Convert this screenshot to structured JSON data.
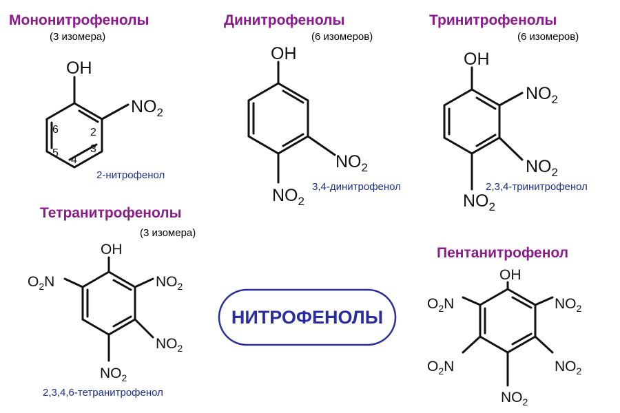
{
  "colors": {
    "title": "#8b1a8b",
    "compound_name": "#1c2e8c",
    "badge": "#2a2d9c",
    "bond": "#111111"
  },
  "groups": {
    "mono": {
      "title": "Мононитрофенолы",
      "isomers": "(3 изомера)",
      "compound": "2-нитрофенол"
    },
    "di": {
      "title": "Динитрофенолы",
      "isomers": "(6 изомеров)",
      "compound": "3,4-динитрофенол"
    },
    "tri": {
      "title": "Тринитрофенолы",
      "isomers": "(6 изомеров)",
      "compound": "2,3,4-тринитрофенол"
    },
    "tetra": {
      "title": "Тетранитрофенолы",
      "isomers": "(3 изомера)",
      "compound": "2,3,4,6-тетранитрофенол"
    },
    "penta": {
      "title": "Пентанитрофенол"
    }
  },
  "badge": {
    "label": "НИТРОФЕНОЛЫ"
  },
  "structures": {
    "oh_label": "OH",
    "no2_text": "NO",
    "no2_sub": "2",
    "o2n_text": "O",
    "o2n_sub": "2",
    "o2n_tail": "N",
    "ring_numbers": [
      "2",
      "3",
      "4",
      "5",
      "6"
    ]
  }
}
